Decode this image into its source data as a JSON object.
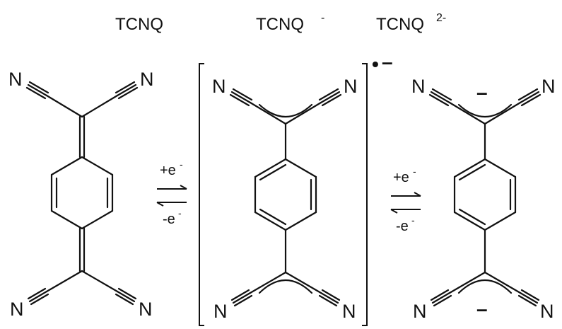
{
  "titles": {
    "neutral": "TCNQ",
    "radical_anion": "TCNQ",
    "radical_anion_sup": "-",
    "dianion": "TCNQ",
    "dianion_sup": "2-"
  },
  "atoms": {
    "nitrogen": "N"
  },
  "arrows": {
    "first_forward": "+e",
    "first_forward_sup": "-",
    "first_reverse": "-e",
    "first_reverse_sup": "-",
    "second_forward": "+e",
    "second_forward_sup": "-",
    "second_reverse": "-e",
    "second_reverse_sup": "-"
  },
  "charges": {
    "radical": "•",
    "radical_minus": "–",
    "dianion_top": "–",
    "dianion_bottom": "–"
  }
}
